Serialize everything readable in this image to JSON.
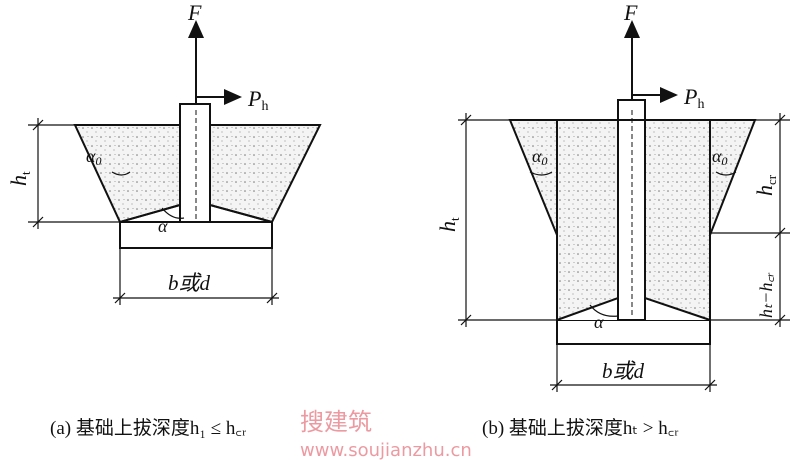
{
  "figure_a": {
    "force_label": "F",
    "horizontal_force_label": "P",
    "horizontal_force_sub": "h",
    "depth_label": "h",
    "depth_sub": "t",
    "angle0_label": "α",
    "angle0_sub": "0",
    "angle_label": "α",
    "width_label": "b或d",
    "caption": "(a) 基础上拔深度h₁ ≤ h꜀ᵣ"
  },
  "figure_b": {
    "force_label": "F",
    "horizontal_force_label": "P",
    "horizontal_force_sub": "h",
    "depth_label": "h",
    "depth_sub": "t",
    "critical_depth_label": "h",
    "critical_depth_sub": "cr",
    "remaining_depth_label": "hₜ−h꜀ᵣ",
    "angle0_label": "α",
    "angle0_sub": "0",
    "angle_label": "α",
    "width_label": "b或d",
    "caption": "(b) 基础上拔深度hₜ > h꜀ᵣ"
  },
  "watermark": {
    "cn": "搜建筑",
    "url": "www.soujianzhu.cn"
  }
}
